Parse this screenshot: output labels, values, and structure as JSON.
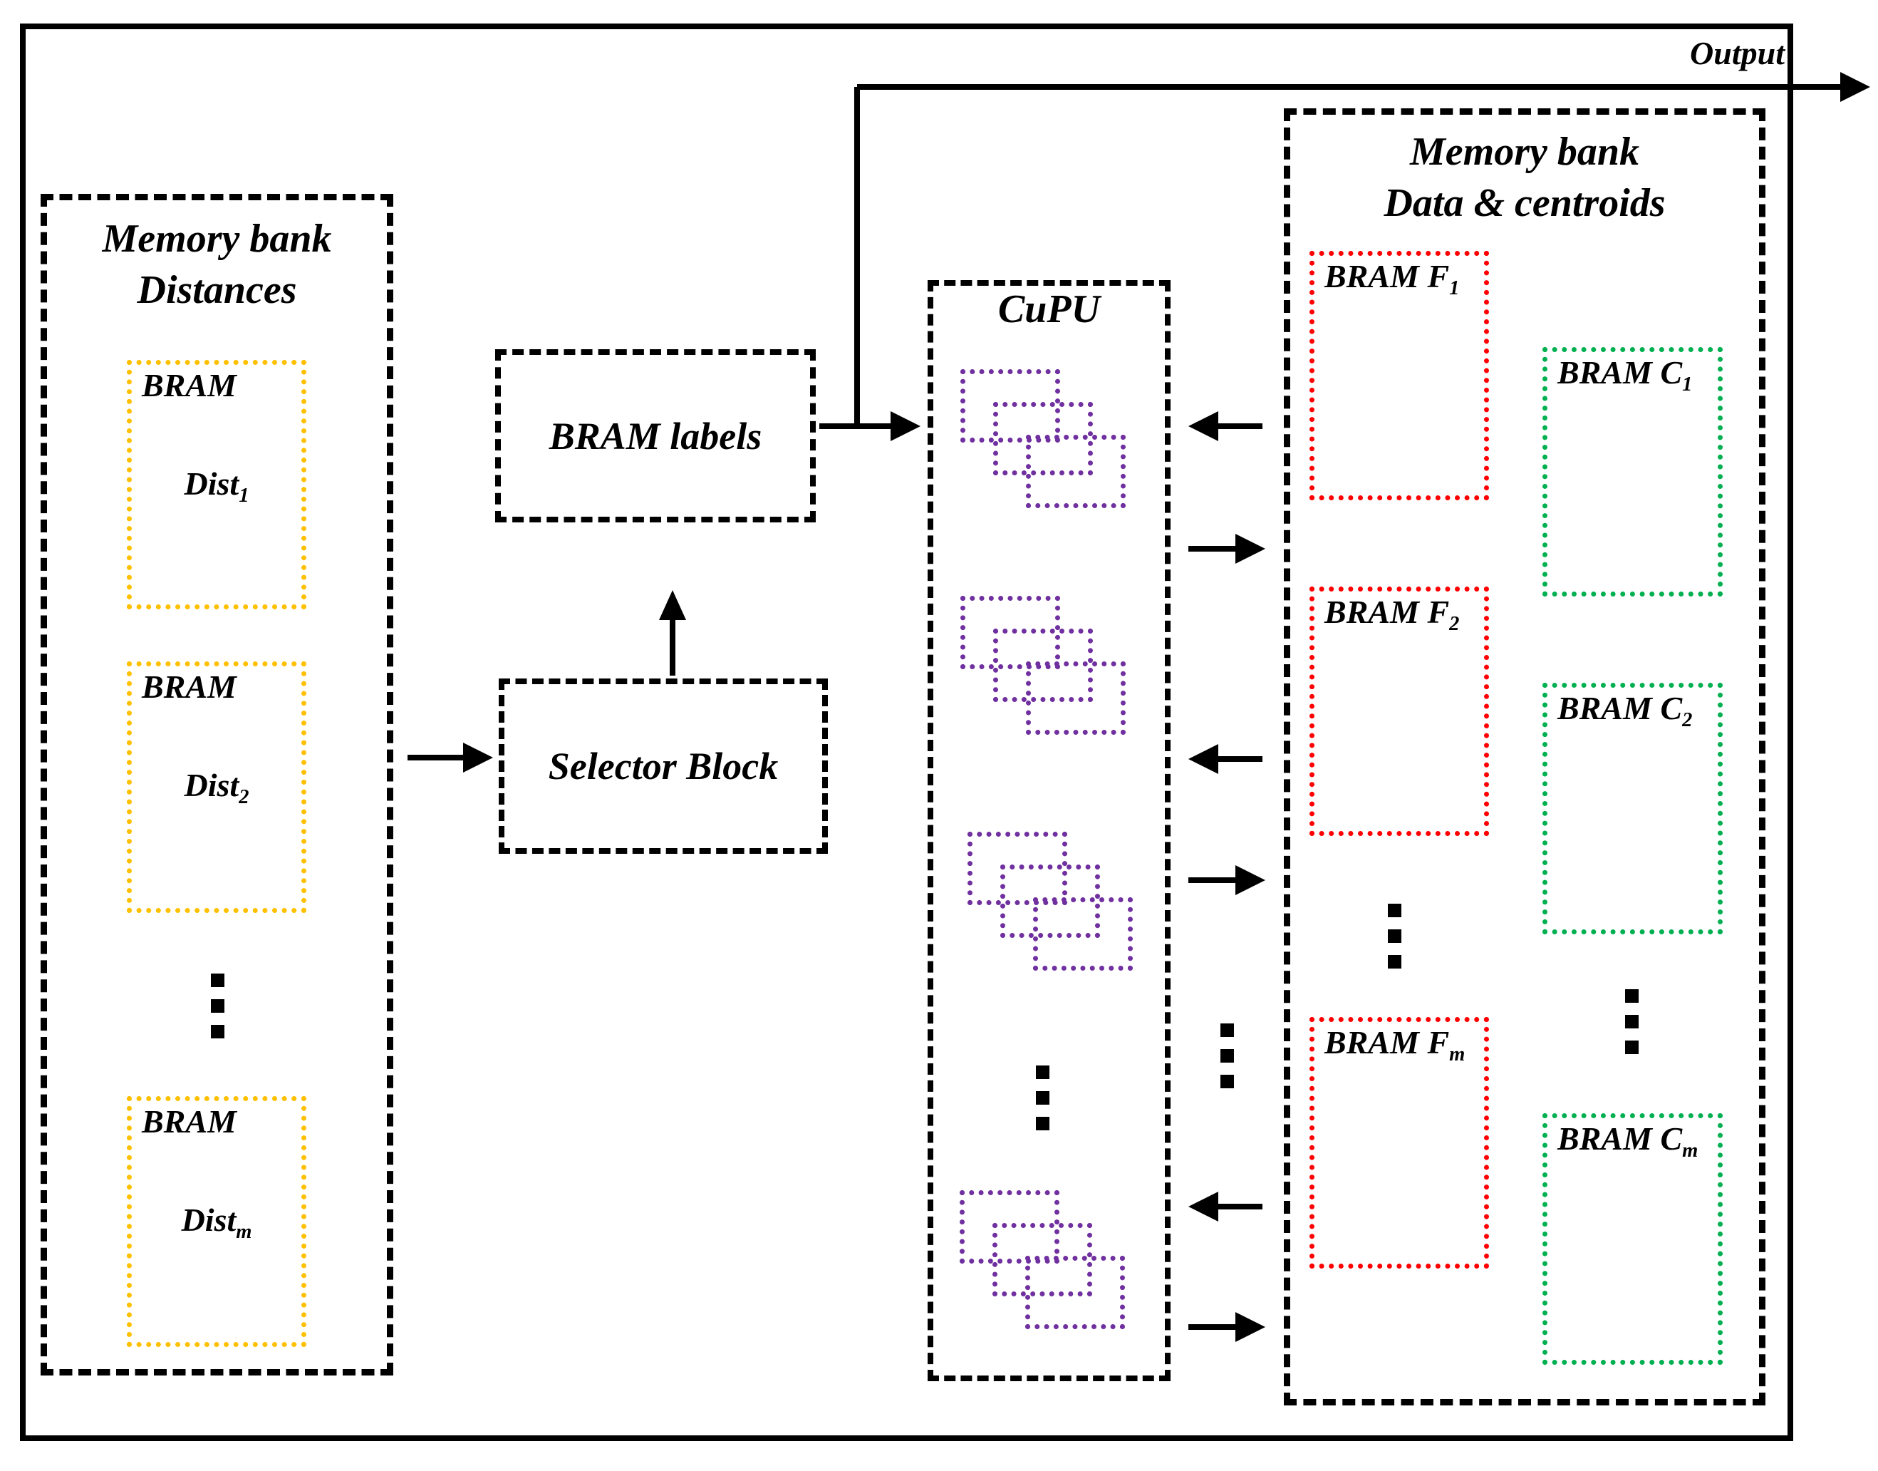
{
  "diagram": {
    "output_label": "Output",
    "left_bank": {
      "title_line1": "Memory bank",
      "title_line2": "Distances",
      "brams": [
        {
          "chip_label": "BRAM",
          "name_base": "Dist",
          "name_sub": "1"
        },
        {
          "chip_label": "BRAM",
          "name_base": "Dist",
          "name_sub": "2"
        },
        {
          "chip_label": "BRAM",
          "name_base": "Dist",
          "name_sub": "m"
        }
      ]
    },
    "bram_labels_block": {
      "label": "BRAM labels"
    },
    "selector_block": {
      "label": "Selector Block"
    },
    "cupu": {
      "title": "CuPU"
    },
    "right_bank": {
      "title_line1": "Memory bank",
      "title_line2": "Data & centroids",
      "f_brams": [
        {
          "name_base": "BRAM F",
          "name_sub": "1"
        },
        {
          "name_base": "BRAM F",
          "name_sub": "2"
        },
        {
          "name_base": "BRAM F",
          "name_sub": "m"
        }
      ],
      "c_brams": [
        {
          "name_base": "BRAM C",
          "name_sub": "1"
        },
        {
          "name_base": "BRAM C",
          "name_sub": "2"
        },
        {
          "name_base": "BRAM C",
          "name_sub": "m"
        }
      ]
    },
    "colors": {
      "distance_bram_border": "#FFC000",
      "feature_bram_border": "#FF0000",
      "centroid_bram_border": "#00B050",
      "processing_element_border": "#7030A0",
      "line": "#000000"
    }
  }
}
